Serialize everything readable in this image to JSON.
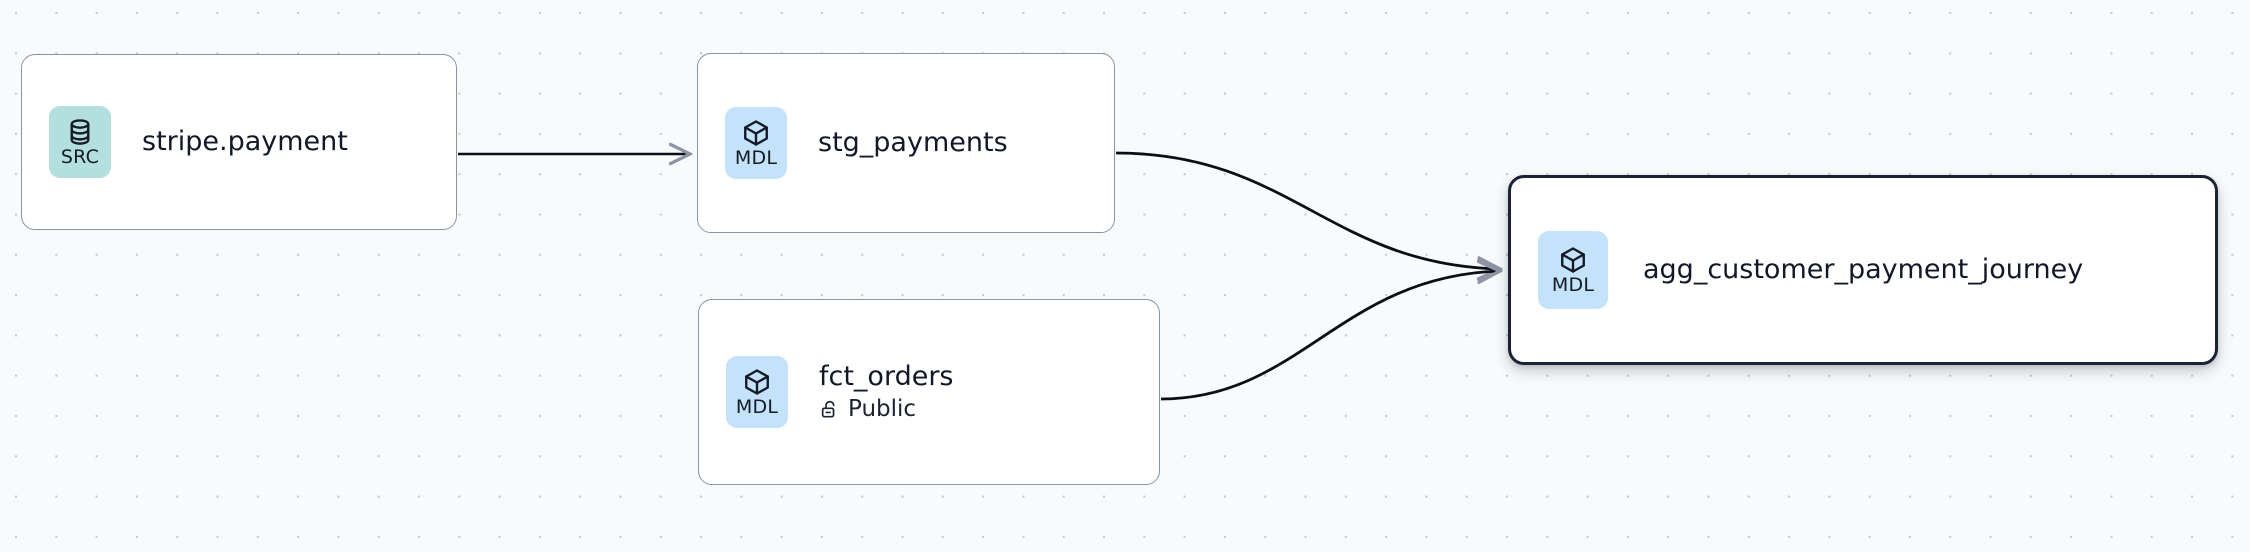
{
  "canvas": {
    "background_color": "#f8fafb",
    "dot_color": "#c3c9d4",
    "grid_spacing": 40
  },
  "palette": {
    "source_badge_bg": "#b3dfdf",
    "model_badge_bg": "#c3e3fa",
    "node_border": "#8a93a6",
    "node_selected_border": "#1b2235",
    "node_bg": "#ffffff",
    "edge_color": "#0b0e14",
    "text_color": "#111827"
  },
  "graph": {
    "nodes": [
      {
        "id": "stripe-payment",
        "title": "stripe.payment",
        "badge_label": "SRC",
        "badge_icon": "database-icon",
        "badge_kind": "src",
        "subtitle": null,
        "subtitle_icon": null,
        "selected": false
      },
      {
        "id": "stg-payments",
        "title": "stg_payments",
        "badge_label": "MDL",
        "badge_icon": "cube-icon",
        "badge_kind": "mdl",
        "subtitle": null,
        "subtitle_icon": null,
        "selected": false
      },
      {
        "id": "fct-orders",
        "title": "fct_orders",
        "badge_label": "MDL",
        "badge_icon": "cube-icon",
        "badge_kind": "mdl",
        "subtitle": "Public",
        "subtitle_icon": "unlock-icon",
        "selected": false
      },
      {
        "id": "agg-customer-payment-journey",
        "title": "agg_customer_payment_journey",
        "badge_label": "MDL",
        "badge_icon": "cube-icon",
        "badge_kind": "mdl",
        "subtitle": null,
        "subtitle_icon": null,
        "selected": true
      }
    ],
    "edges": [
      {
        "id": "e1",
        "from": "stripe-payment",
        "to": "stg-payments",
        "style": "straight",
        "arrowhead": true
      },
      {
        "id": "e2",
        "from": "stg-payments",
        "to": "agg-customer-payment-journey",
        "style": "bezier",
        "arrowhead": true
      },
      {
        "id": "e3",
        "from": "fct-orders",
        "to": "agg-customer-payment-journey",
        "style": "bezier",
        "arrowhead": true
      }
    ]
  }
}
